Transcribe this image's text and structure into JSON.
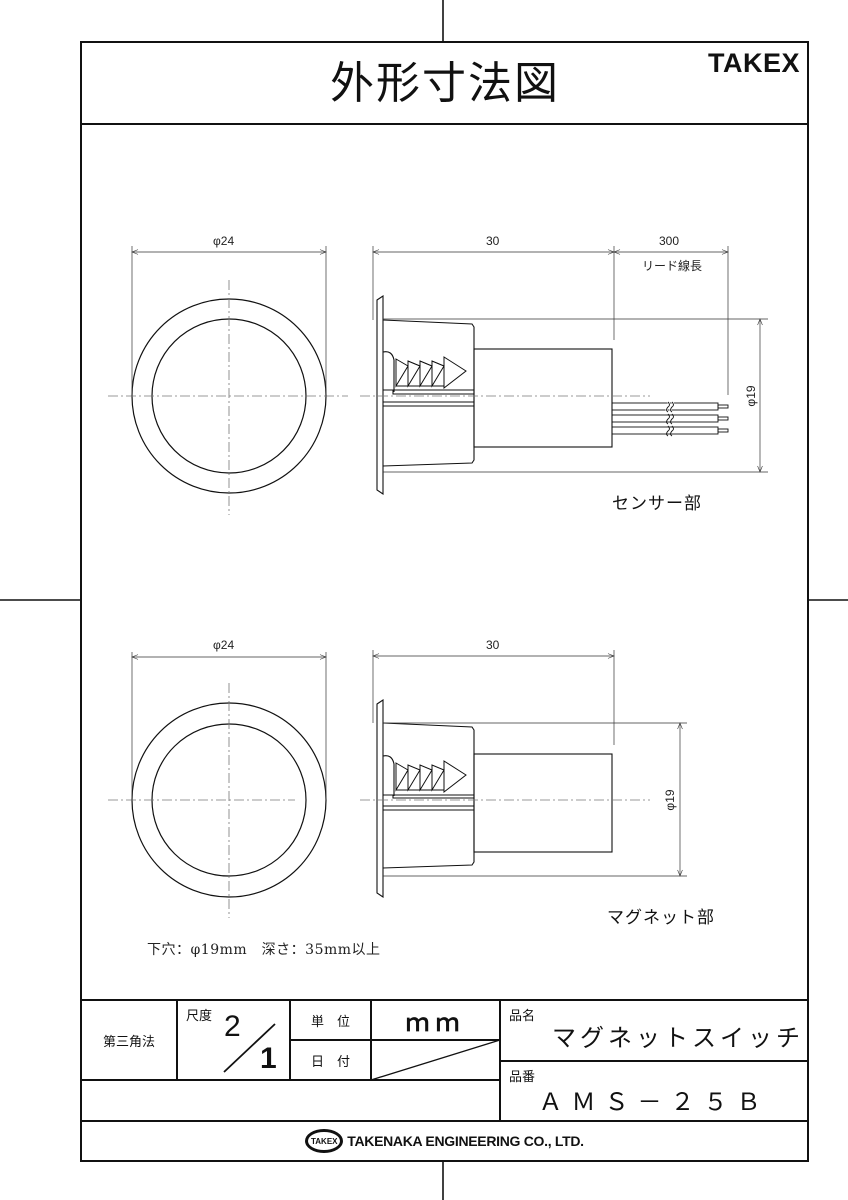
{
  "header": {
    "title": "外形寸法図",
    "brand": "TAKEX"
  },
  "sensor_part": {
    "label": "センサー部",
    "front_view": {
      "diameter_label": "φ24"
    },
    "side_view": {
      "length_label": "30",
      "lead_length_label": "300",
      "lead_caption": "リード線長",
      "body_diameter_label": "φ19"
    }
  },
  "magnet_part": {
    "label": "マグネット部",
    "front_view": {
      "diameter_label": "φ24"
    },
    "side_view": {
      "length_label": "30",
      "body_diameter_label": "φ19"
    }
  },
  "note": "下穴：φ19mm　深さ：35mm以上",
  "title_block": {
    "projection": "第三角法",
    "scale_label": "尺度",
    "scale_numerator": "2",
    "scale_denominator": "1",
    "unit_label": "単　位",
    "unit_value": "ｍｍ",
    "date_label": "日　付",
    "date_value": "",
    "product_name_label": "品名",
    "product_name": "マグネットスイッチ",
    "product_code_label": "品番",
    "product_code": "ＡＭＳ－２５Ｂ",
    "company_logo": "TAKEX",
    "company_name": "TAKENAKA ENGINEERING CO., LTD."
  },
  "colors": {
    "line": "#111111",
    "thin_line": "#333333",
    "center_line": "#777777",
    "background": "#ffffff"
  }
}
